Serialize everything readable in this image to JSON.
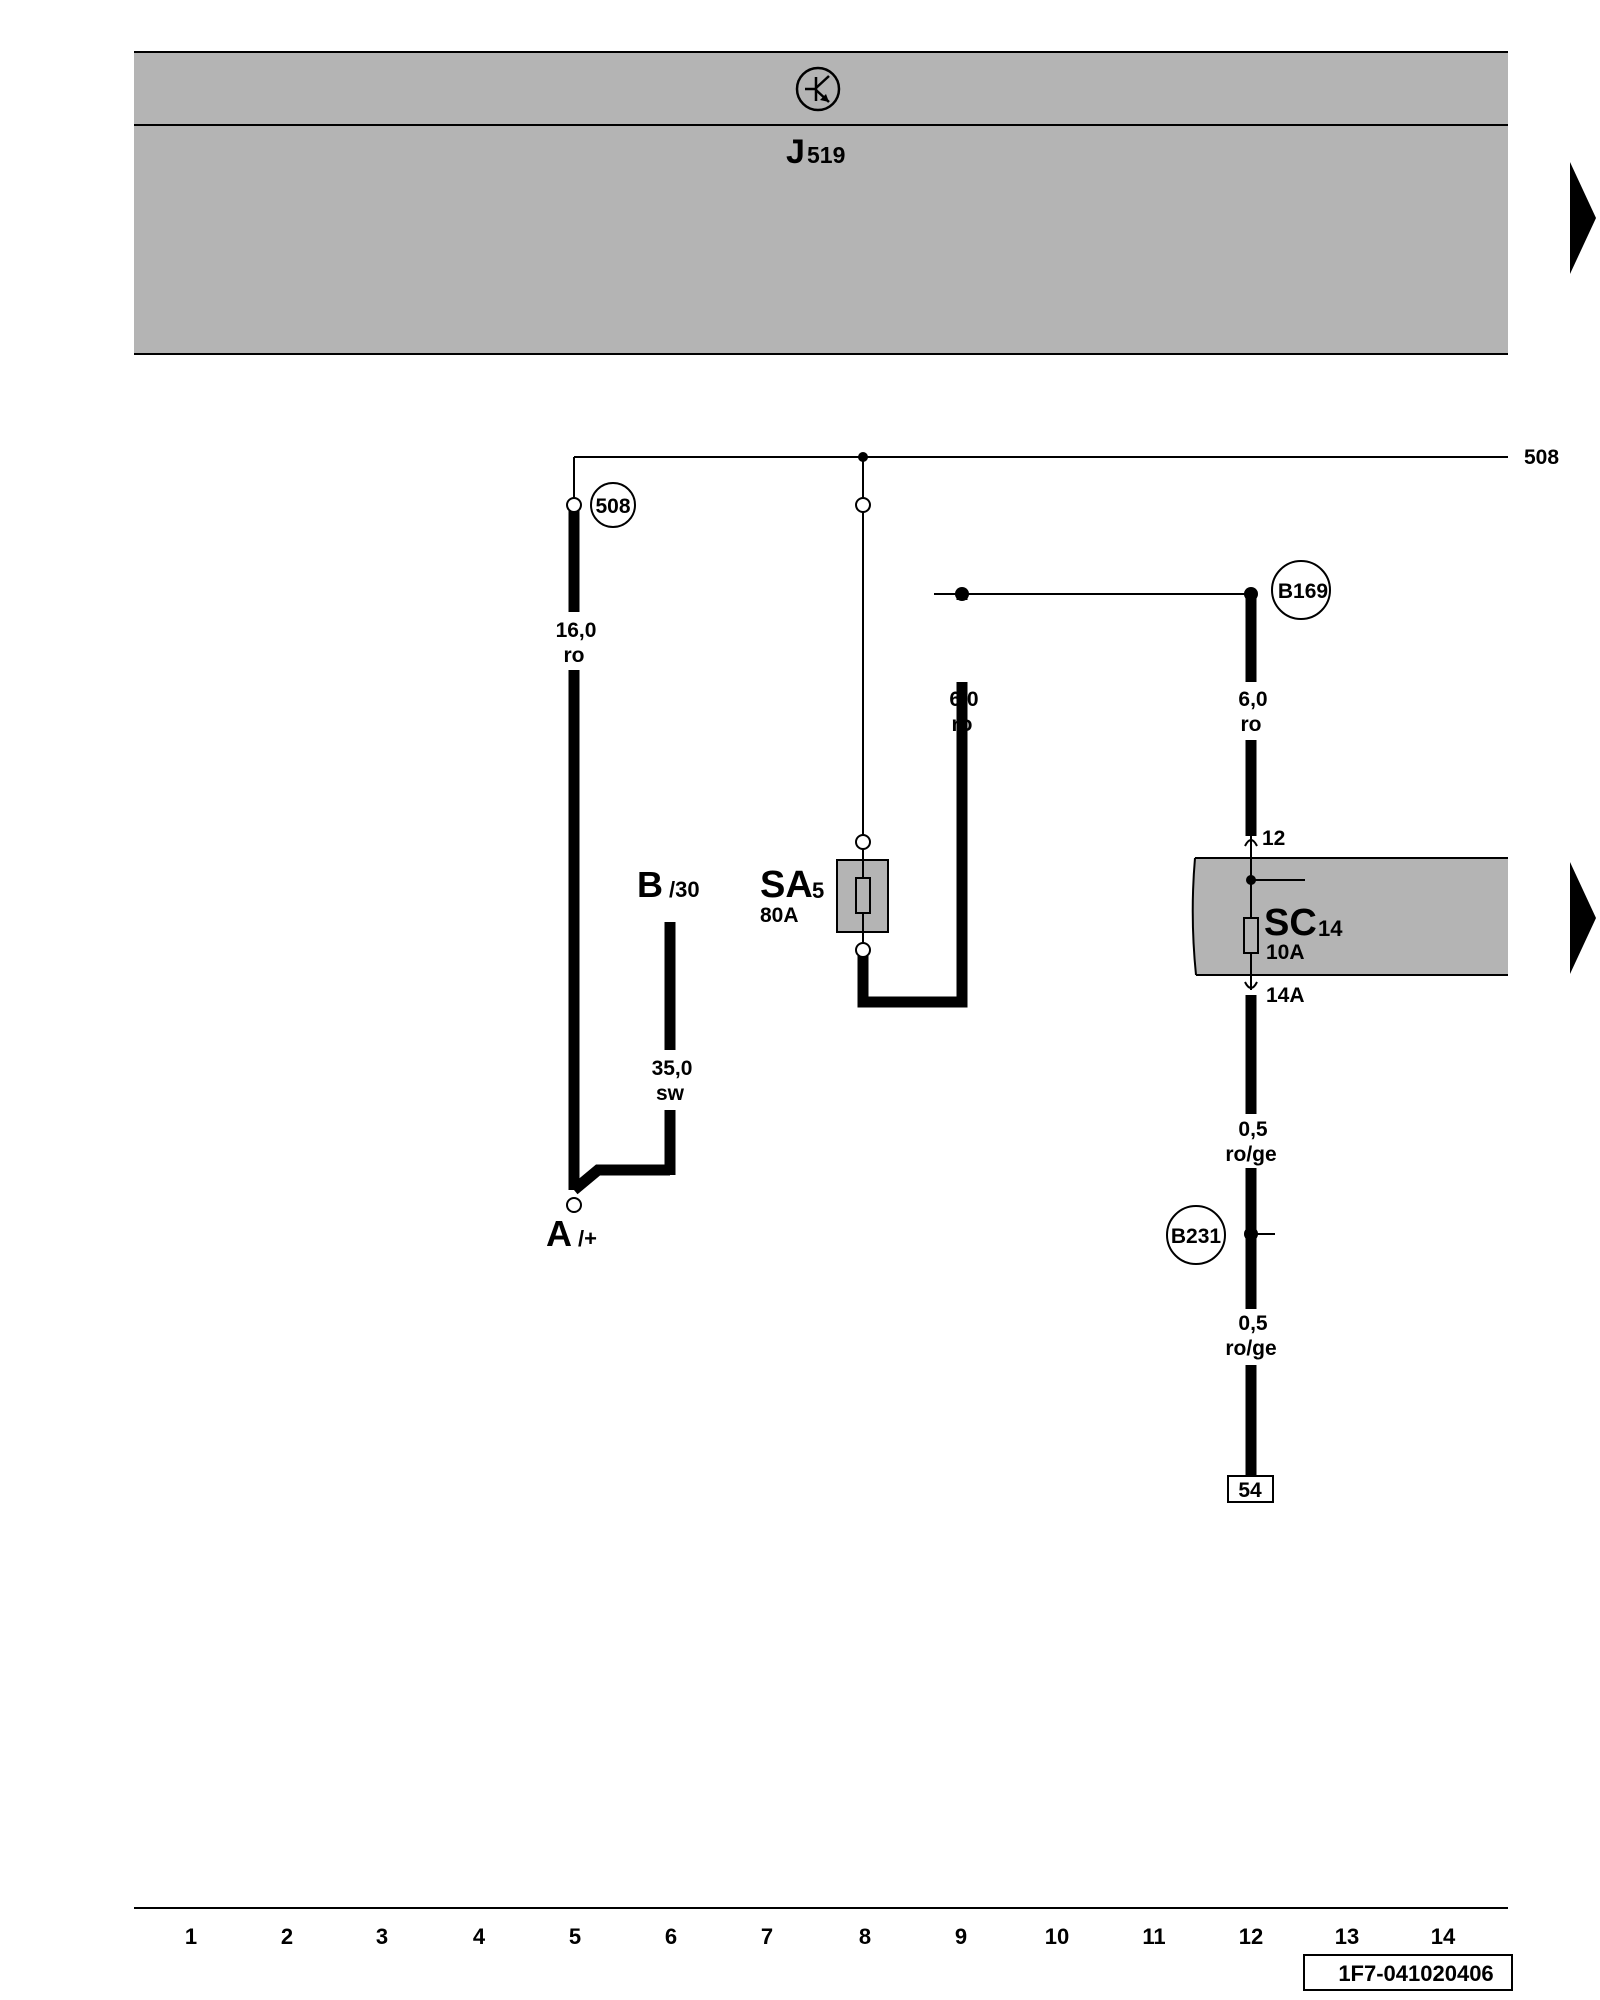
{
  "header": {
    "symbol": "computer-symbol-icon",
    "component_letter": "J",
    "component_number": "519"
  },
  "wires": {
    "w1": {
      "size": "16,0",
      "color": "ro"
    },
    "w2": {
      "size": "35,0",
      "color": "sw"
    },
    "w3": {
      "size": "6,0",
      "color": "ro"
    },
    "w4": {
      "size": "6,0",
      "color": "ro"
    },
    "w5": {
      "size": "0,5",
      "color": "ro/ge"
    },
    "w6": {
      "size": "0,5",
      "color": "ro/ge"
    }
  },
  "connectors": {
    "c508": "508",
    "cB169": "B169",
    "cB231": "B231",
    "line_ref": "508"
  },
  "terminals": {
    "A": {
      "letter": "A",
      "suffix": "/+"
    },
    "B": {
      "letter": "B",
      "suffix": "/30"
    }
  },
  "fuses": {
    "SA": {
      "letter": "SA",
      "number": "5",
      "rating": "80A"
    },
    "SC": {
      "letter": "SC",
      "number": "14",
      "rating": "10A",
      "pin_in": "12",
      "pin_out": "14A"
    }
  },
  "ground_box": "54",
  "footer": {
    "columns": [
      "1",
      "2",
      "3",
      "4",
      "5",
      "6",
      "7",
      "8",
      "9",
      "10",
      "11",
      "12",
      "13",
      "14"
    ],
    "drawing_id": "1F7-041020406"
  },
  "colors": {
    "panel_gray": "#b4b4b4",
    "ink": "#000000",
    "background": "#ffffff"
  }
}
